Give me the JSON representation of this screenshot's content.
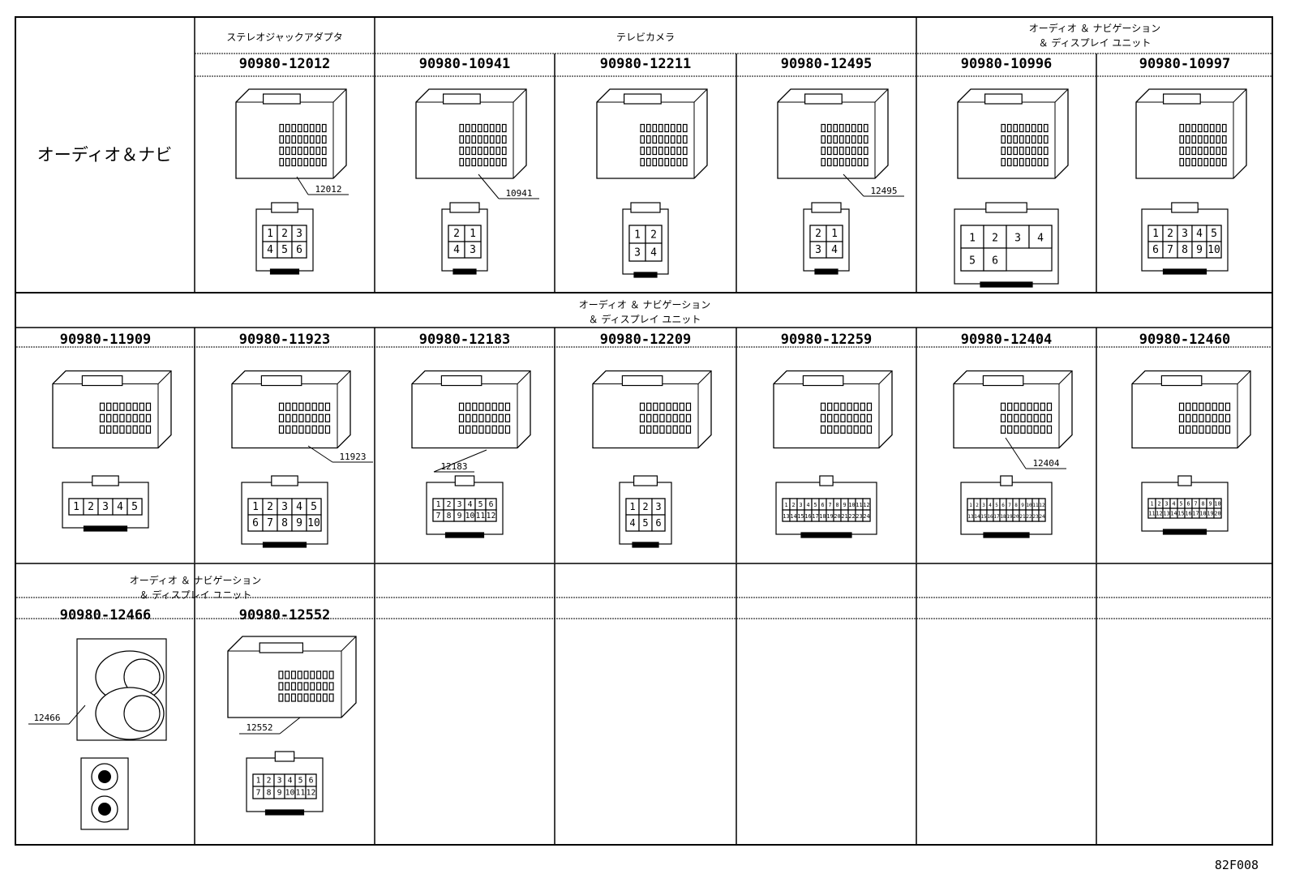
{
  "side_label": "オーディオ＆ナビ",
  "drawing_code": "82F008",
  "categories": {
    "stereo_jack": "ステレオジャックアダプタ",
    "tv_camera": "テレビカメラ",
    "audio_nav_row1": "オーディオ ＆ ナビゲーション\n＆ ディスプレイ ユニット",
    "audio_nav_row2": "オーディオ ＆ ナビゲーション\n＆ ディスプレイ ユニット",
    "audio_nav_row3": "オーディオ ＆ ナビゲーション\n＆ ディスプレイ ユニット"
  },
  "parts": [
    {
      "pn": "90980-12012",
      "callout": "12012",
      "pins": [
        "1",
        "2",
        "3",
        "4",
        "5",
        "6"
      ]
    },
    {
      "pn": "90980-10941",
      "callout": "10941",
      "pins": [
        "2",
        "1",
        "4",
        "3"
      ]
    },
    {
      "pn": "90980-12211",
      "callout": "",
      "pins": [
        "1",
        "2",
        "3",
        "4"
      ]
    },
    {
      "pn": "90980-12495",
      "callout": "12495",
      "pins": [
        "2",
        "1",
        "3",
        "4"
      ]
    },
    {
      "pn": "90980-10996",
      "callout": "",
      "pins": [
        "1",
        "2",
        "3",
        "4",
        "5",
        "6"
      ]
    },
    {
      "pn": "90980-10997",
      "callout": "",
      "pins": [
        "1",
        "2",
        "3",
        "4",
        "5",
        "6",
        "7",
        "8",
        "9",
        "10"
      ]
    },
    {
      "pn": "90980-11909",
      "callout": "",
      "pins": [
        "1",
        "2",
        "3",
        "4",
        "5"
      ]
    },
    {
      "pn": "90980-11923",
      "callout": "11923",
      "pins": [
        "1",
        "2",
        "3",
        "4",
        "5",
        "6",
        "7",
        "8",
        "9",
        "10"
      ]
    },
    {
      "pn": "90980-12183",
      "callout": "12183",
      "pins": [
        "1",
        "2",
        "3",
        "4",
        "5",
        "6",
        "7",
        "8",
        "9",
        "10",
        "11",
        "12"
      ]
    },
    {
      "pn": "90980-12209",
      "callout": "",
      "pins": [
        "1",
        "2",
        "3",
        "4",
        "5",
        "6"
      ]
    },
    {
      "pn": "90980-12259",
      "callout": "",
      "pins": [
        "1",
        "2",
        "3",
        "4",
        "5",
        "6",
        "7",
        "8",
        "9",
        "10",
        "11",
        "12",
        "13",
        "14",
        "15",
        "16",
        "17",
        "18",
        "19",
        "20",
        "21",
        "22",
        "23",
        "24"
      ]
    },
    {
      "pn": "90980-12404",
      "callout": "12404",
      "pins": [
        "1",
        "2",
        "3",
        "4",
        "5",
        "6",
        "7",
        "8",
        "9",
        "10",
        "11",
        "12",
        "13",
        "14",
        "15",
        "16",
        "17",
        "18",
        "19",
        "20",
        "21",
        "22",
        "23",
        "24"
      ]
    },
    {
      "pn": "90980-12460",
      "callout": "",
      "pins": [
        "1",
        "2",
        "3",
        "4",
        "5",
        "6",
        "7",
        "8",
        "9",
        "10",
        "11",
        "12",
        "13",
        "14",
        "15",
        "16",
        "17",
        "18",
        "19",
        "20"
      ]
    },
    {
      "pn": "90980-12466",
      "callout": "12466",
      "pins": []
    },
    {
      "pn": "90980-12552",
      "callout": "12552",
      "pins": [
        "1",
        "2",
        "3",
        "4",
        "5",
        "6",
        "7",
        "8",
        "9",
        "10",
        "11",
        "12"
      ]
    }
  ]
}
